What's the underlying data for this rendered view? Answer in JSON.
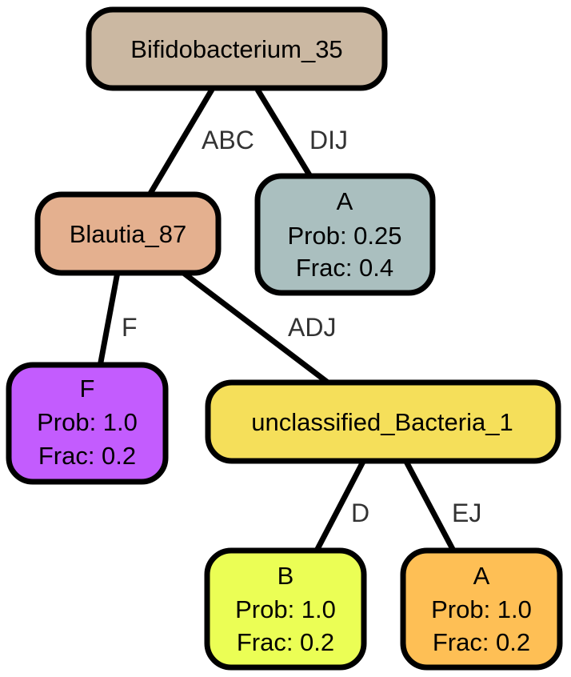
{
  "tree": {
    "nodes": {
      "root": {
        "lines": [
          "Bifidobacterium_35"
        ],
        "color": "#cbb8a2"
      },
      "blautia": {
        "lines": [
          "Blautia_87"
        ],
        "color": "#e4b08f"
      },
      "leafA1": {
        "lines": [
          "A",
          "Prob: 0.25",
          "Frac: 0.4"
        ],
        "color": "#aabfbf"
      },
      "leafF": {
        "lines": [
          "F",
          "Prob: 1.0",
          "Frac: 0.2"
        ],
        "color": "#c35cfe"
      },
      "unclass": {
        "lines": [
          "unclassified_Bacteria_1"
        ],
        "color": "#f5df5a"
      },
      "leafB": {
        "lines": [
          "B",
          "Prob: 1.0",
          "Frac: 0.2"
        ],
        "color": "#ebfe55"
      },
      "leafA2": {
        "lines": [
          "A",
          "Prob: 1.0",
          "Frac: 0.2"
        ],
        "color": "#febf55"
      }
    },
    "edges": {
      "root_blautia": {
        "label": "ABC"
      },
      "root_leafA1": {
        "label": "DIJ"
      },
      "blautia_leafF": {
        "label": "F"
      },
      "blautia_unclass": {
        "label": "ADJ"
      },
      "unclass_leafB": {
        "label": "D"
      },
      "unclass_leafA2": {
        "label": "EJ"
      }
    }
  }
}
